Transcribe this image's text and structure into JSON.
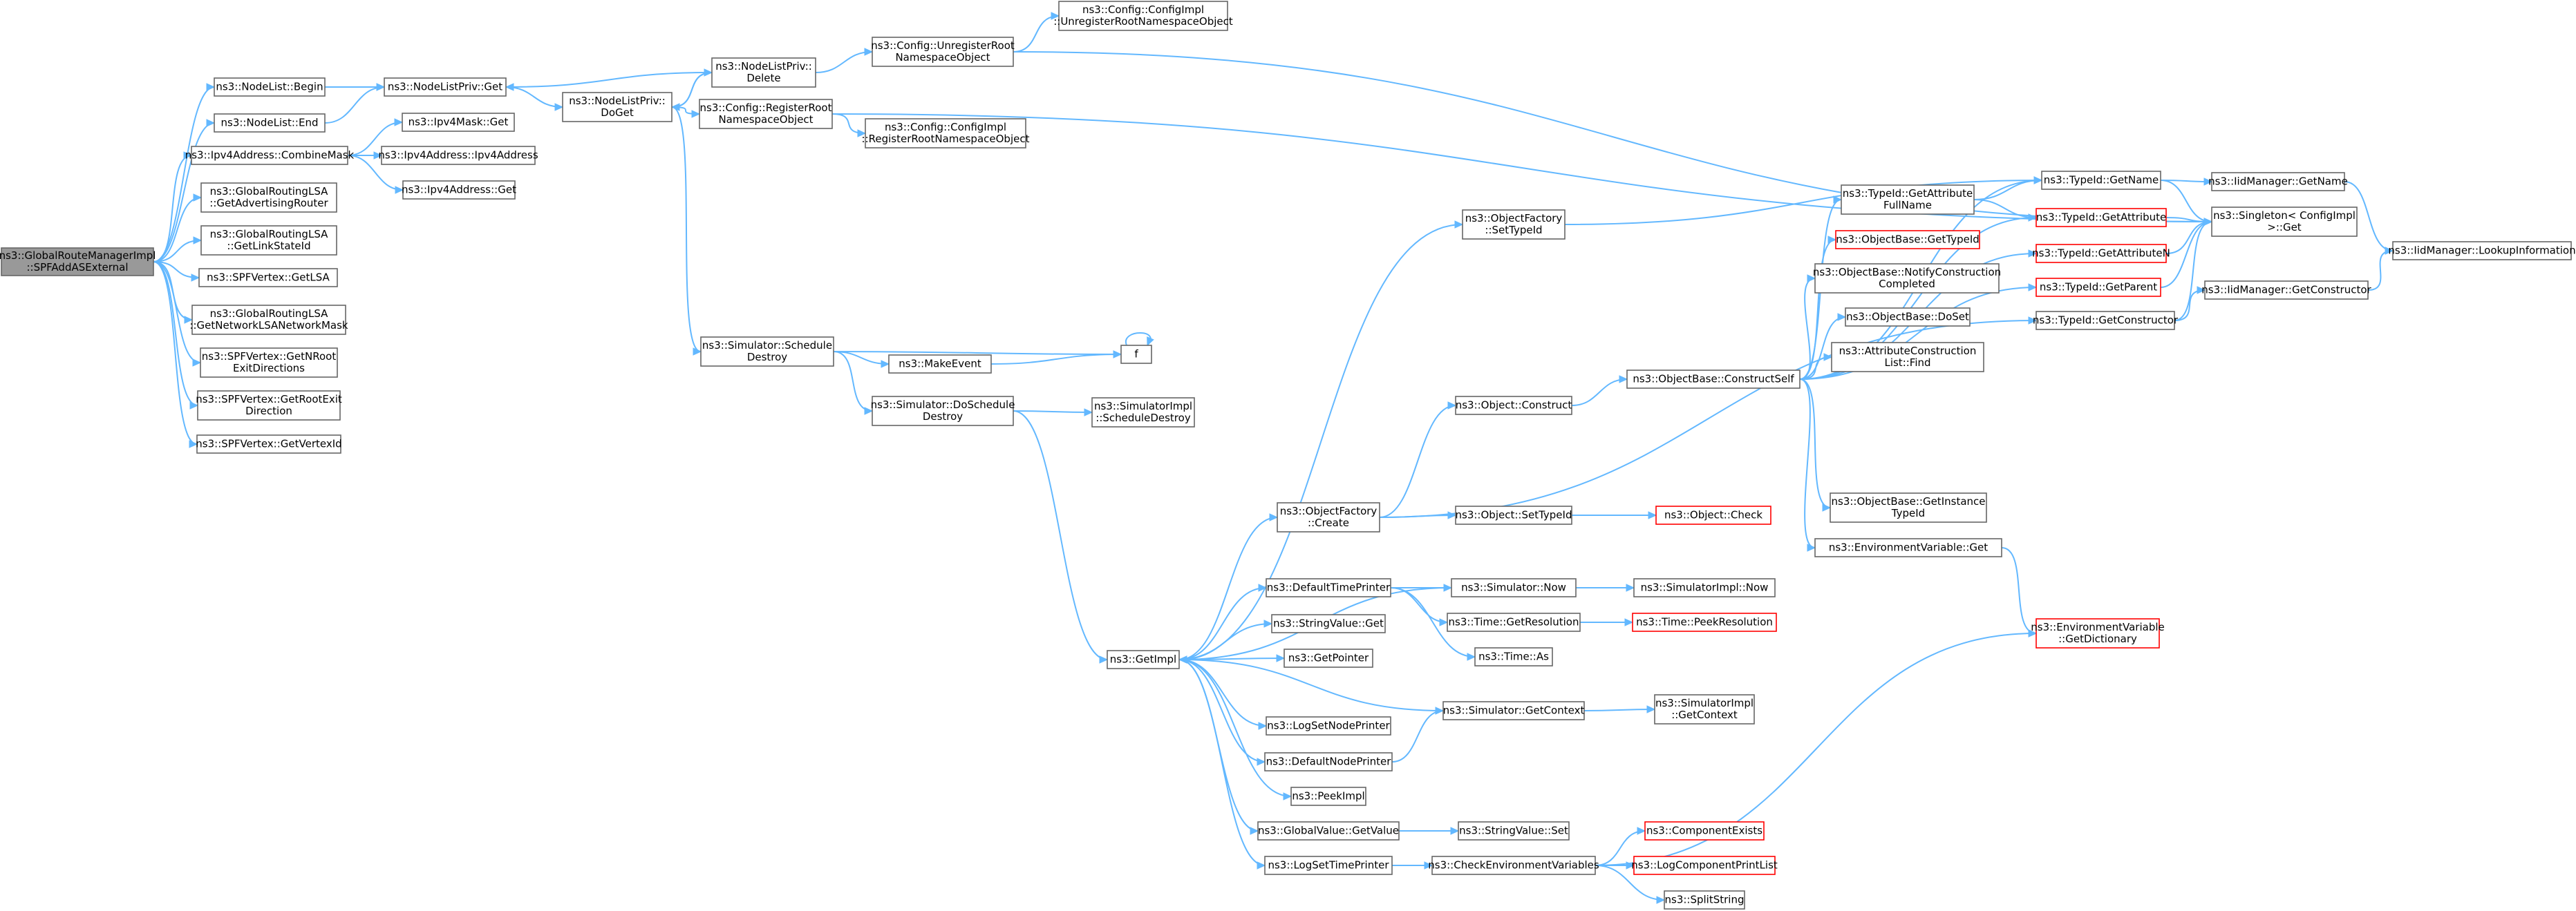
{
  "nodes": [
    {
      "id": "root",
      "lines": [
        "ns3::GlobalRouteManagerImpl",
        "::SPFAddASExternal"
      ],
      "style": "root"
    },
    {
      "id": "nl_begin",
      "lines": [
        "ns3::NodeList::Begin"
      ]
    },
    {
      "id": "nl_end",
      "lines": [
        "ns3::NodeList::End"
      ]
    },
    {
      "id": "ipv4_combine",
      "lines": [
        "ns3::Ipv4Address::CombineMask"
      ]
    },
    {
      "id": "lsa_adv",
      "lines": [
        "ns3::GlobalRoutingLSA",
        "::GetAdvertisingRouter"
      ]
    },
    {
      "id": "lsa_link",
      "lines": [
        "ns3::GlobalRoutingLSA",
        "::GetLinkStateId"
      ]
    },
    {
      "id": "spf_getlsa",
      "lines": [
        "ns3::SPFVertex::GetLSA"
      ]
    },
    {
      "id": "lsa_mask",
      "lines": [
        "ns3::GlobalRoutingLSA",
        "::GetNetworkLSANetworkMask"
      ]
    },
    {
      "id": "spf_nroot",
      "lines": [
        "ns3::SPFVertex::GetNRoot",
        "ExitDirections"
      ]
    },
    {
      "id": "spf_rootexit",
      "lines": [
        "ns3::SPFVertex::GetRootExit",
        "Direction"
      ]
    },
    {
      "id": "spf_vid",
      "lines": [
        "ns3::SPFVertex::GetVertexId"
      ]
    },
    {
      "id": "nlp_get",
      "lines": [
        "ns3::NodeListPriv::Get"
      ]
    },
    {
      "id": "mask_get",
      "lines": [
        "ns3::Ipv4Mask::Get"
      ]
    },
    {
      "id": "ipv4_ctor",
      "lines": [
        "ns3::Ipv4Address::Ipv4Address"
      ]
    },
    {
      "id": "ipv4_get",
      "lines": [
        "ns3::Ipv4Address::Get"
      ]
    },
    {
      "id": "nlp_doget",
      "lines": [
        "ns3::NodeListPriv::",
        "DoGet"
      ]
    },
    {
      "id": "nlp_delete",
      "lines": [
        "ns3::NodeListPriv::",
        "Delete"
      ]
    },
    {
      "id": "cfg_reg",
      "lines": [
        "ns3::Config::RegisterRoot",
        "NamespaceObject"
      ]
    },
    {
      "id": "cfg_unreg",
      "lines": [
        "ns3::Config::UnregisterRoot",
        "NamespaceObject"
      ]
    },
    {
      "id": "cfgimpl_unreg",
      "lines": [
        "ns3::Config::ConfigImpl",
        "::UnregisterRootNamespaceObject"
      ]
    },
    {
      "id": "cfgimpl_reg",
      "lines": [
        "ns3::Config::ConfigImpl",
        "::RegisterRootNamespaceObject"
      ]
    },
    {
      "id": "sim_schedule",
      "lines": [
        "ns3::Simulator::Schedule",
        "Destroy"
      ]
    },
    {
      "id": "makeevent",
      "lines": [
        "ns3::MakeEvent"
      ]
    },
    {
      "id": "f",
      "lines": [
        "f"
      ]
    },
    {
      "id": "sim_dosched",
      "lines": [
        "ns3::Simulator::DoSchedule",
        "Destroy"
      ]
    },
    {
      "id": "simimpl_sched",
      "lines": [
        "ns3::SimulatorImpl",
        "::ScheduleDestroy"
      ]
    },
    {
      "id": "getimpl",
      "lines": [
        "ns3::GetImpl"
      ]
    },
    {
      "id": "of_settypeid",
      "lines": [
        "ns3::ObjectFactory",
        "::SetTypeId"
      ]
    },
    {
      "id": "of_create",
      "lines": [
        "ns3::ObjectFactory",
        "::Create"
      ]
    },
    {
      "id": "defaulttimeprinter",
      "lines": [
        "ns3::DefaultTimePrinter"
      ]
    },
    {
      "id": "stringvalue_get",
      "lines": [
        "ns3::StringValue::Get"
      ]
    },
    {
      "id": "getpointer",
      "lines": [
        "ns3::GetPointer"
      ]
    },
    {
      "id": "logsetnode",
      "lines": [
        "ns3::LogSetNodePrinter"
      ]
    },
    {
      "id": "defaultnode",
      "lines": [
        "ns3::DefaultNodePrinter"
      ]
    },
    {
      "id": "peekimpl",
      "lines": [
        "ns3::PeekImpl"
      ]
    },
    {
      "id": "gv_getvalue",
      "lines": [
        "ns3::GlobalValue::GetValue"
      ]
    },
    {
      "id": "logsettime",
      "lines": [
        "ns3::LogSetTimePrinter"
      ]
    },
    {
      "id": "obj_construct",
      "lines": [
        "ns3::Object::Construct"
      ]
    },
    {
      "id": "obj_settypeid",
      "lines": [
        "ns3::Object::SetTypeId"
      ]
    },
    {
      "id": "sim_now",
      "lines": [
        "ns3::Simulator::Now"
      ]
    },
    {
      "id": "time_getres",
      "lines": [
        "ns3::Time::GetResolution"
      ]
    },
    {
      "id": "time_as",
      "lines": [
        "ns3::Time::As"
      ]
    },
    {
      "id": "sim_getctx",
      "lines": [
        "ns3::Simulator::GetContext"
      ]
    },
    {
      "id": "sv_set",
      "lines": [
        "ns3::StringValue::Set"
      ]
    },
    {
      "id": "checkenv",
      "lines": [
        "ns3::CheckEnvironmentVariables"
      ]
    },
    {
      "id": "ob_constructself",
      "lines": [
        "ns3::ObjectBase::ConstructSelf"
      ]
    },
    {
      "id": "obj_check",
      "lines": [
        "ns3::Object::Check"
      ],
      "style": "red"
    },
    {
      "id": "simimpl_now",
      "lines": [
        "ns3::SimulatorImpl::Now"
      ]
    },
    {
      "id": "time_peekres",
      "lines": [
        "ns3::Time::PeekResolution"
      ],
      "style": "red"
    },
    {
      "id": "simimpl_getctx",
      "lines": [
        "ns3::SimulatorImpl",
        "::GetContext"
      ]
    },
    {
      "id": "compexists",
      "lines": [
        "ns3::ComponentExists"
      ],
      "style": "red"
    },
    {
      "id": "logcompprint",
      "lines": [
        "ns3::LogComponentPrintList"
      ],
      "style": "red"
    },
    {
      "id": "splitstring",
      "lines": [
        "ns3::SplitString"
      ]
    },
    {
      "id": "tid_getattrfull",
      "lines": [
        "ns3::TypeId::GetAttribute",
        "FullName"
      ]
    },
    {
      "id": "ob_gettypeid",
      "lines": [
        "ns3::ObjectBase::GetTypeId"
      ],
      "style": "red"
    },
    {
      "id": "ob_notify",
      "lines": [
        "ns3::ObjectBase::NotifyConstruction",
        "Completed"
      ]
    },
    {
      "id": "ob_doset",
      "lines": [
        "ns3::ObjectBase::DoSet"
      ]
    },
    {
      "id": "acl_find",
      "lines": [
        "ns3::AttributeConstruction",
        "List::Find"
      ]
    },
    {
      "id": "ob_getinst",
      "lines": [
        "ns3::ObjectBase::GetInstance",
        "TypeId"
      ]
    },
    {
      "id": "envvar_get",
      "lines": [
        "ns3::EnvironmentVariable::Get"
      ]
    },
    {
      "id": "envvar_dict",
      "lines": [
        "ns3::EnvironmentVariable",
        "::GetDictionary"
      ],
      "style": "red"
    },
    {
      "id": "tid_getname",
      "lines": [
        "ns3::TypeId::GetName"
      ]
    },
    {
      "id": "tid_getattr",
      "lines": [
        "ns3::TypeId::GetAttribute"
      ],
      "style": "red"
    },
    {
      "id": "tid_getattrn",
      "lines": [
        "ns3::TypeId::GetAttributeN"
      ],
      "style": "red"
    },
    {
      "id": "tid_getparent",
      "lines": [
        "ns3::TypeId::GetParent"
      ],
      "style": "red"
    },
    {
      "id": "tid_getctor",
      "lines": [
        "ns3::TypeId::GetConstructor"
      ]
    },
    {
      "id": "iid_getname",
      "lines": [
        "ns3::IidManager::GetName"
      ]
    },
    {
      "id": "singleton_get",
      "lines": [
        "ns3::Singleton< ConfigImpl",
        ">::Get"
      ]
    },
    {
      "id": "iid_getctor",
      "lines": [
        "ns3::IidManager::GetConstructor"
      ]
    },
    {
      "id": "iid_lookup",
      "lines": [
        "ns3::IidManager::LookupInformation"
      ]
    }
  ],
  "edges": [
    [
      "root",
      "nl_begin"
    ],
    [
      "root",
      "nl_end"
    ],
    [
      "root",
      "ipv4_combine"
    ],
    [
      "root",
      "lsa_adv"
    ],
    [
      "root",
      "lsa_link"
    ],
    [
      "root",
      "spf_getlsa"
    ],
    [
      "root",
      "lsa_mask"
    ],
    [
      "root",
      "spf_nroot"
    ],
    [
      "root",
      "spf_rootexit"
    ],
    [
      "root",
      "spf_vid"
    ],
    [
      "nl_begin",
      "nlp_get"
    ],
    [
      "nl_end",
      "nlp_get"
    ],
    [
      "ipv4_combine",
      "mask_get"
    ],
    [
      "ipv4_combine",
      "ipv4_ctor"
    ],
    [
      "ipv4_combine",
      "ipv4_get"
    ],
    [
      "nlp_get",
      "nlp_doget"
    ],
    [
      "nlp_doget",
      "nlp_delete"
    ],
    [
      "nlp_delete",
      "nlp_get"
    ],
    [
      "nlp_delete",
      "nlp_doget"
    ],
    [
      "nlp_delete",
      "cfg_unreg"
    ],
    [
      "nlp_doget",
      "cfg_reg"
    ],
    [
      "nlp_doget",
      "sim_schedule"
    ],
    [
      "cfg_unreg",
      "cfgimpl_unreg"
    ],
    [
      "cfg_unreg",
      "singleton_get"
    ],
    [
      "cfg_reg",
      "cfgimpl_reg"
    ],
    [
      "cfg_reg",
      "singleton_get"
    ],
    [
      "sim_schedule",
      "makeevent"
    ],
    [
      "sim_schedule",
      "f"
    ],
    [
      "sim_schedule",
      "sim_dosched"
    ],
    [
      "makeevent",
      "f"
    ],
    [
      "f",
      "f"
    ],
    [
      "sim_dosched",
      "simimpl_sched"
    ],
    [
      "sim_dosched",
      "getimpl"
    ],
    [
      "getimpl",
      "of_settypeid"
    ],
    [
      "getimpl",
      "of_create"
    ],
    [
      "getimpl",
      "defaulttimeprinter"
    ],
    [
      "getimpl",
      "stringvalue_get"
    ],
    [
      "getimpl",
      "getpointer"
    ],
    [
      "getimpl",
      "logsetnode"
    ],
    [
      "getimpl",
      "defaultnode"
    ],
    [
      "getimpl",
      "peekimpl"
    ],
    [
      "getimpl",
      "gv_getvalue"
    ],
    [
      "getimpl",
      "logsettime"
    ],
    [
      "of_settypeid",
      "tid_getname"
    ],
    [
      "of_create",
      "obj_construct"
    ],
    [
      "of_create",
      "obj_settypeid"
    ],
    [
      "of_create",
      "tid_getctor"
    ],
    [
      "obj_construct",
      "ob_constructself"
    ],
    [
      "obj_settypeid",
      "obj_check"
    ],
    [
      "defaulttimeprinter",
      "sim_now"
    ],
    [
      "defaulttimeprinter",
      "time_getres"
    ],
    [
      "defaulttimeprinter",
      "time_as"
    ],
    [
      "sim_now",
      "getimpl"
    ],
    [
      "sim_now",
      "simimpl_now"
    ],
    [
      "time_getres",
      "time_peekres"
    ],
    [
      "defaultnode",
      "sim_getctx"
    ],
    [
      "sim_getctx",
      "getimpl"
    ],
    [
      "sim_getctx",
      "simimpl_getctx"
    ],
    [
      "gv_getvalue",
      "sv_set"
    ],
    [
      "logsettime",
      "checkenv"
    ],
    [
      "checkenv",
      "compexists"
    ],
    [
      "checkenv",
      "logcompprint"
    ],
    [
      "checkenv",
      "splitstring"
    ],
    [
      "checkenv",
      "envvar_dict"
    ],
    [
      "ob_constructself",
      "tid_getattrfull"
    ],
    [
      "ob_constructself",
      "ob_gettypeid"
    ],
    [
      "ob_constructself",
      "ob_notify"
    ],
    [
      "ob_constructself",
      "ob_doset"
    ],
    [
      "ob_constructself",
      "acl_find"
    ],
    [
      "ob_constructself",
      "ob_getinst"
    ],
    [
      "ob_constructself",
      "envvar_get"
    ],
    [
      "ob_constructself",
      "tid_getname"
    ],
    [
      "ob_constructself",
      "tid_getattr"
    ],
    [
      "ob_constructself",
      "tid_getattrn"
    ],
    [
      "ob_constructself",
      "tid_getparent"
    ],
    [
      "tid_getattrfull",
      "tid_getname"
    ],
    [
      "tid_getattrfull",
      "tid_getattr"
    ],
    [
      "envvar_get",
      "envvar_dict"
    ],
    [
      "tid_getname",
      "iid_getname"
    ],
    [
      "tid_getname",
      "singleton_get"
    ],
    [
      "tid_getattr",
      "singleton_get"
    ],
    [
      "tid_getattrn",
      "singleton_get"
    ],
    [
      "tid_getparent",
      "singleton_get"
    ],
    [
      "tid_getctor",
      "singleton_get"
    ],
    [
      "tid_getctor",
      "iid_getctor"
    ],
    [
      "iid_getname",
      "iid_lookup"
    ],
    [
      "iid_getctor",
      "iid_lookup"
    ]
  ]
}
